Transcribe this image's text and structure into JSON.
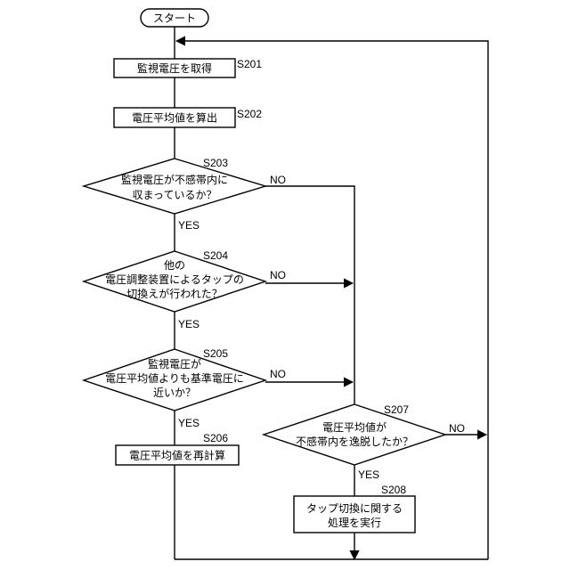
{
  "start": {
    "label": "スタート"
  },
  "steps": {
    "s201": {
      "id": "S201",
      "text": "監視電圧を取得"
    },
    "s202": {
      "id": "S202",
      "text": "電圧平均値を算出"
    },
    "s203": {
      "id": "S203",
      "lines": [
        "監視電圧が不感帯内に",
        "収まっているか？"
      ]
    },
    "s204": {
      "id": "S204",
      "lines": [
        "他の",
        "電圧調整装置によるタップの",
        "切換えが行われた？"
      ]
    },
    "s205": {
      "id": "S205",
      "lines": [
        "監視電圧が",
        "電圧平均値よりも基準電圧に",
        "近いか？"
      ]
    },
    "s206": {
      "id": "S206",
      "text": "電圧平均値を再計算"
    },
    "s207": {
      "id": "S207",
      "lines": [
        "電圧平均値が",
        "不感帯内を逸脱したか？"
      ]
    },
    "s208": {
      "id": "S208",
      "lines": [
        "タップ切換に関する",
        "処理を実行"
      ]
    }
  },
  "branches": {
    "yes": "YES",
    "no": "NO"
  }
}
